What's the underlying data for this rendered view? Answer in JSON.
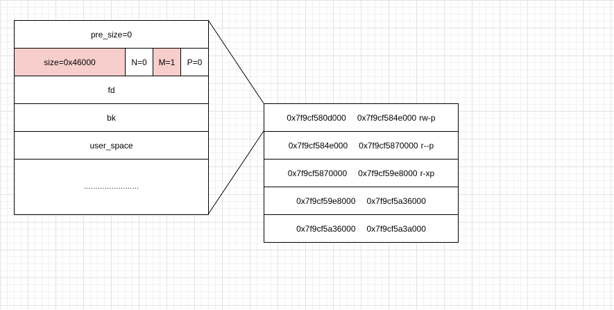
{
  "chunk": {
    "pre_size": "pre_size=0",
    "size": "size=0x46000",
    "flag_n": "N=0",
    "flag_m": "M=1",
    "flag_p": "P=0",
    "fd": "fd",
    "bk": "bk",
    "user_space": "user_space",
    "ellipsis": "……………………"
  },
  "memory_map": [
    {
      "start": "0x7f9cf580d000",
      "end": "0x7f9cf584e000",
      "perm": "rw-p"
    },
    {
      "start": "0x7f9cf584e000",
      "end": "0x7f9cf5870000",
      "perm": "r--p"
    },
    {
      "start": "0x7f9cf5870000",
      "end": "0x7f9cf59e8000",
      "perm": "r-xp"
    },
    {
      "start": "0x7f9cf59e8000",
      "end": "0x7f9cf5a36000",
      "perm": ""
    },
    {
      "start": "0x7f9cf5a36000",
      "end": "0x7f9cf5a3a000",
      "perm": ""
    }
  ],
  "colors": {
    "highlight": "#f8cecc",
    "border": "#000000",
    "grid": "#e2e2e2"
  }
}
